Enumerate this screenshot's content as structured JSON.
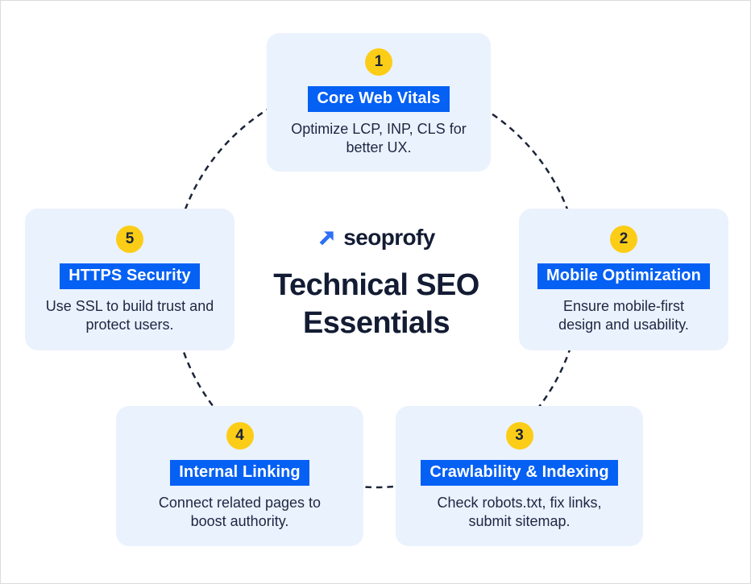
{
  "page": {
    "background": "#ffffff",
    "border_color": "#d9dce1"
  },
  "colors": {
    "card_bg": "#eaf2fd",
    "badge_bg": "#fccd17",
    "highlight_bg": "#0560f4",
    "highlight_text": "#ffffff",
    "text_dark": "#1d2742",
    "title_dark": "#131c33",
    "dash_color": "#1b2438",
    "logo_arrow_blue": "#2e6ff5"
  },
  "brand": {
    "logo_text": "seoprofy",
    "title_line1": "Technical SEO",
    "title_line2": "Essentials"
  },
  "diagram": {
    "connector": "dashed-circle"
  },
  "cards": [
    {
      "number": "1",
      "title": "Core Web Vitals",
      "description": "Optimize LCP, INP, CLS for better UX.",
      "position": "top"
    },
    {
      "number": "2",
      "title": "Mobile Optimization",
      "description": "Ensure mobile-first design and usability.",
      "position": "right"
    },
    {
      "number": "3",
      "title": "Crawlability & Indexing",
      "description": "Check robots.txt, fix links, submit sitemap.",
      "position": "bottom-right"
    },
    {
      "number": "4",
      "title": "Internal Linking",
      "description": "Connect related pages to boost authority.",
      "position": "bottom-left"
    },
    {
      "number": "5",
      "title": "HTTPS Security",
      "description": "Use SSL to build trust and protect users.",
      "position": "left"
    }
  ]
}
